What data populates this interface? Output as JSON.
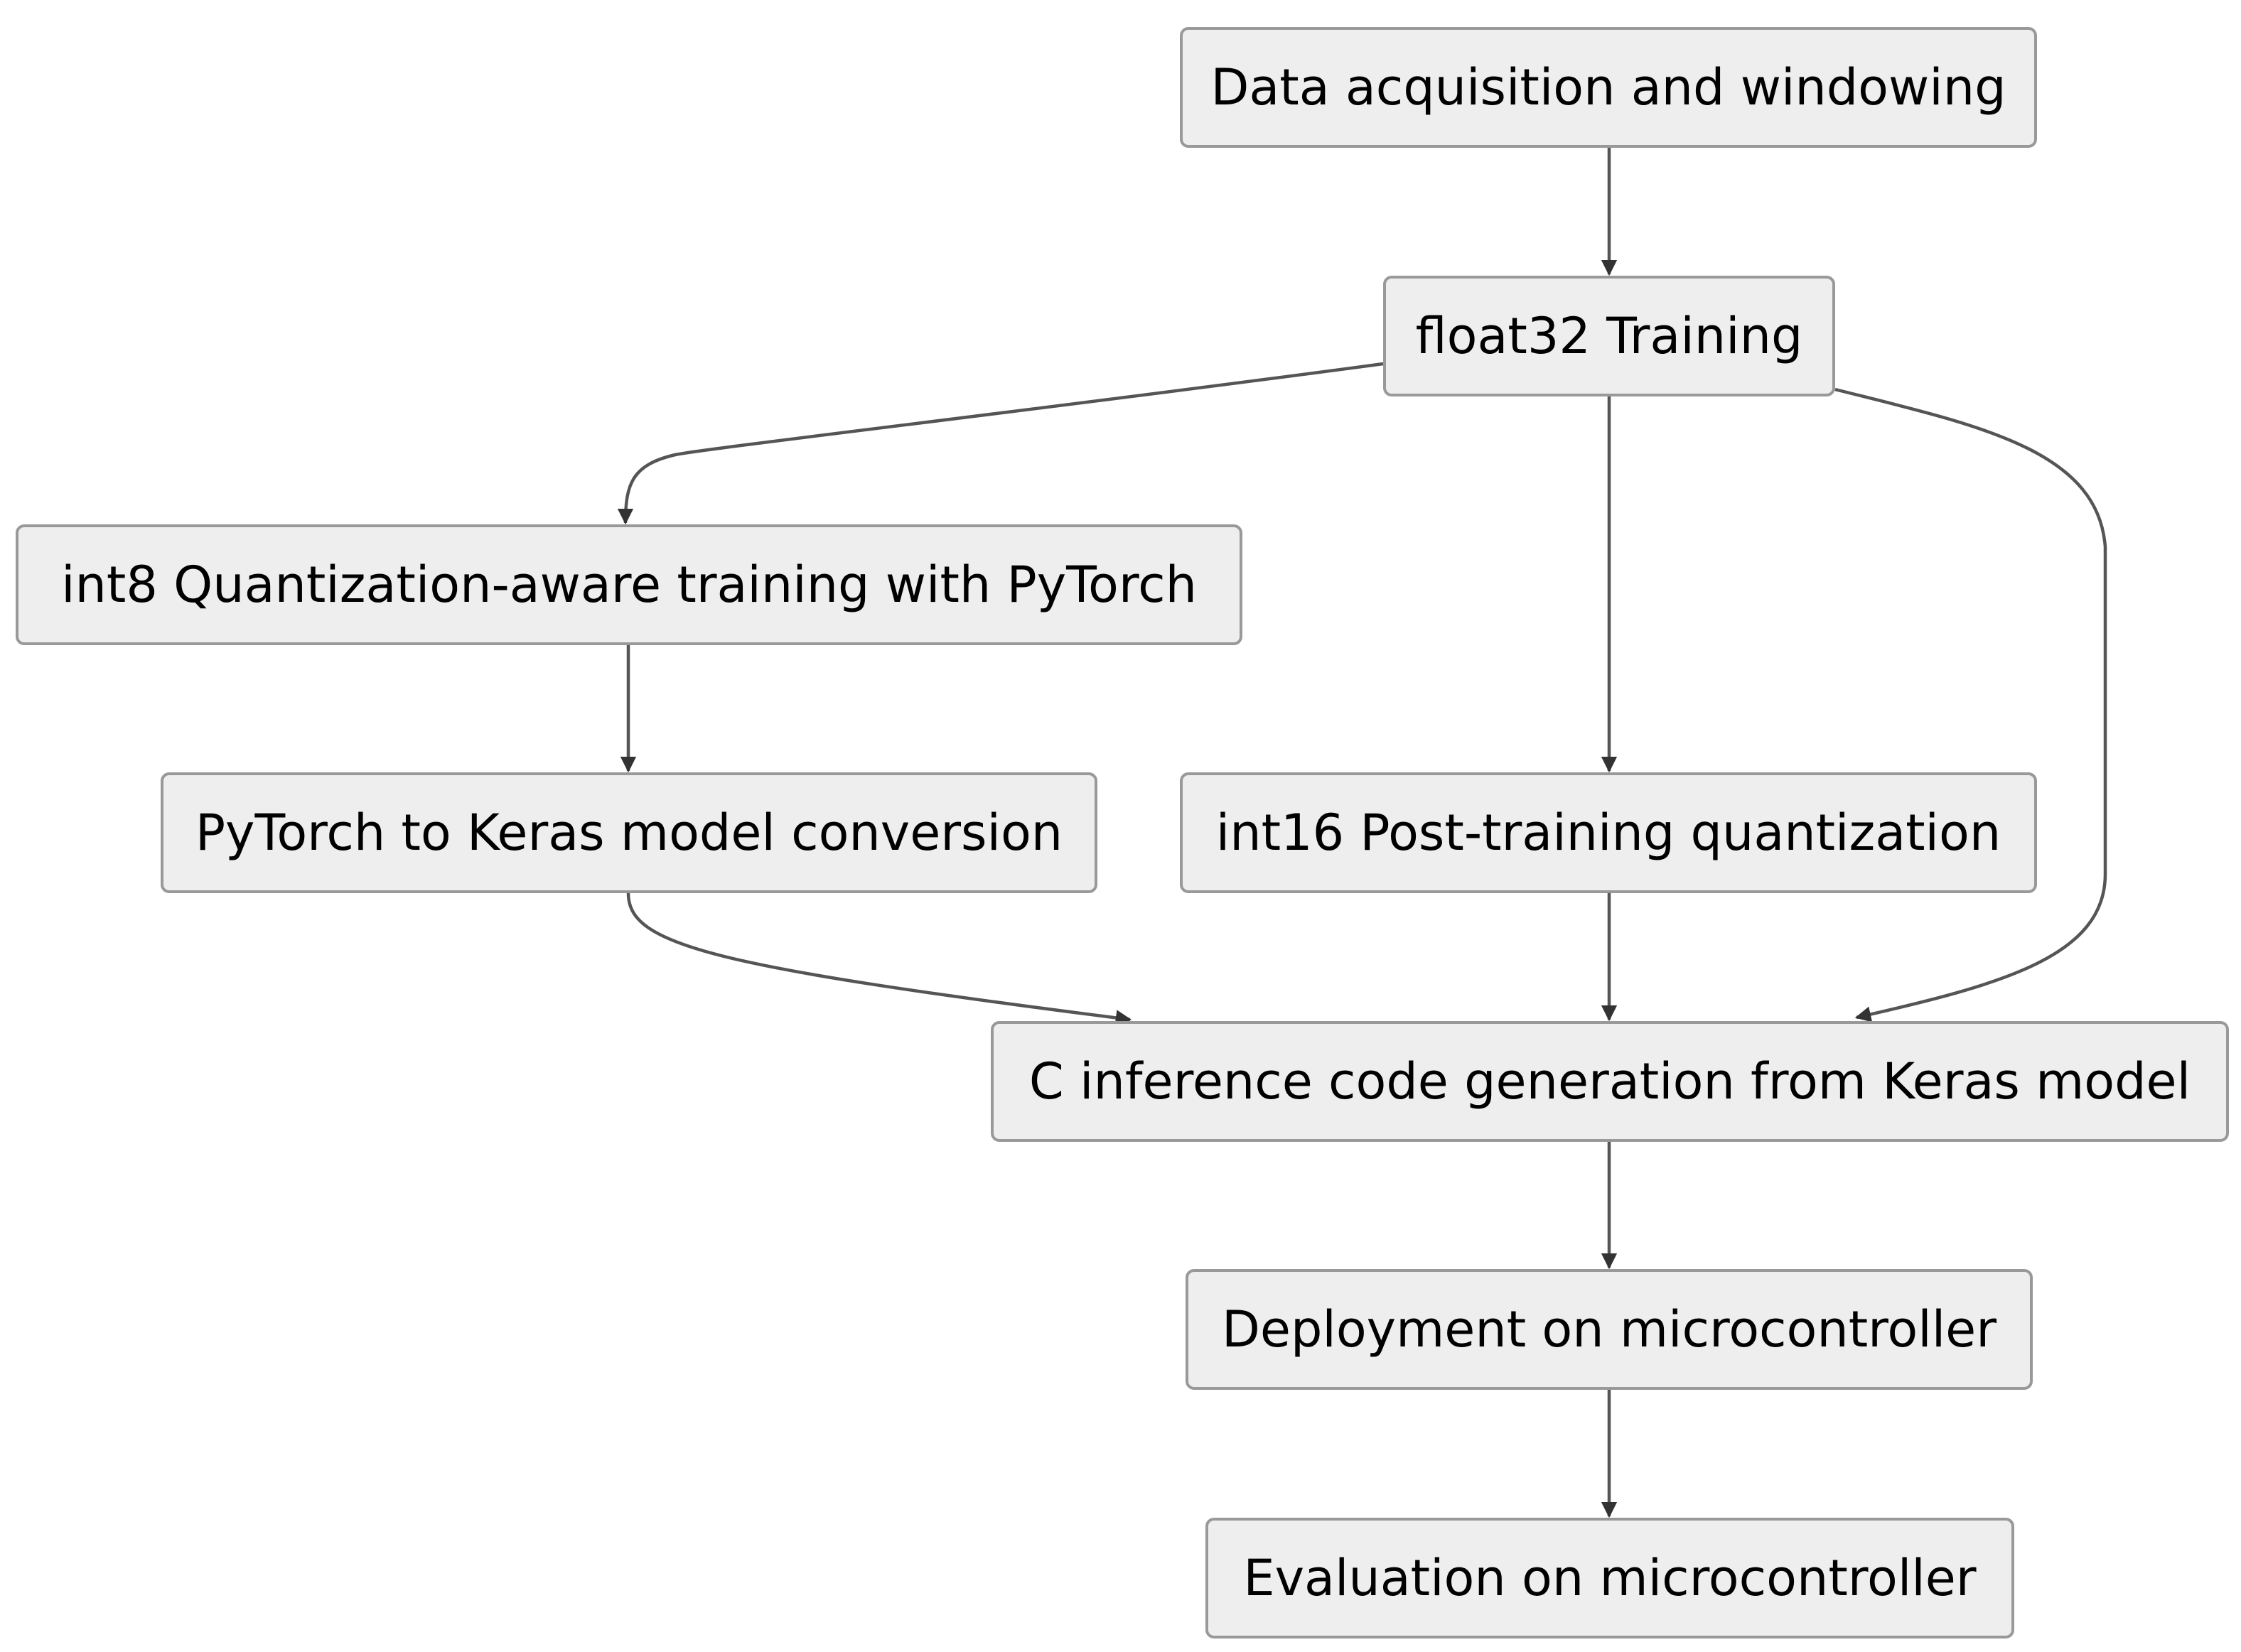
{
  "colors": {
    "node_fill": "#eeeeee",
    "node_border": "#999999",
    "edge": "#555555",
    "arrowhead": "#333333",
    "text": "#000000"
  },
  "nodes": {
    "data_acquisition": "Data acquisition and windowing",
    "float32_training": "float32 Training",
    "int8_qat": "int8 Quantization-aware training with PyTorch",
    "pytorch_to_keras": "PyTorch to Keras model conversion",
    "int16_ptq": "int16 Post-training quantization",
    "c_code_gen": "C inference code generation from Keras model",
    "deployment": "Deployment on microcontroller",
    "evaluation": "Evaluation on microcontroller"
  },
  "edges": [
    {
      "from": "data_acquisition",
      "to": "float32_training"
    },
    {
      "from": "float32_training",
      "to": "int8_qat"
    },
    {
      "from": "float32_training",
      "to": "int16_ptq"
    },
    {
      "from": "float32_training",
      "to": "c_code_gen"
    },
    {
      "from": "int8_qat",
      "to": "pytorch_to_keras"
    },
    {
      "from": "pytorch_to_keras",
      "to": "c_code_gen"
    },
    {
      "from": "int16_ptq",
      "to": "c_code_gen"
    },
    {
      "from": "c_code_gen",
      "to": "deployment"
    },
    {
      "from": "deployment",
      "to": "evaluation"
    }
  ]
}
